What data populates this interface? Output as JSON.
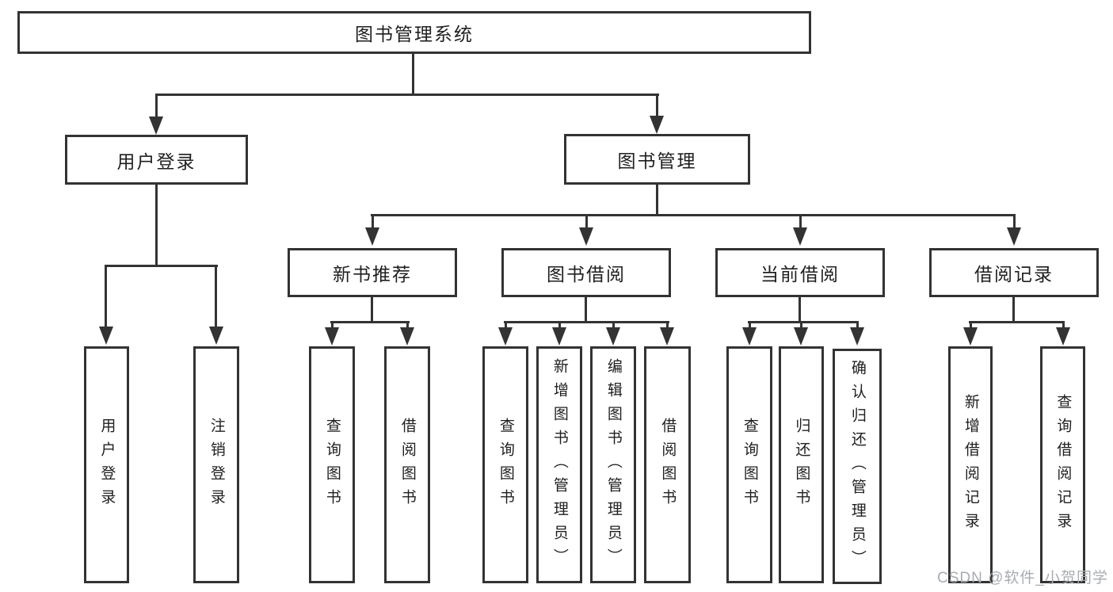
{
  "diagram": {
    "root": "图书管理系统",
    "level2": {
      "login": "用户登录",
      "manage": "图书管理"
    },
    "level3": {
      "recommend": "新书推荐",
      "borrow": "图书借阅",
      "current": "当前借阅",
      "records": "借阅记录"
    },
    "leaves": {
      "login": [
        "用户登录",
        "注销登录"
      ],
      "recommend": [
        "查询图书",
        "借阅图书"
      ],
      "borrow": [
        "查询图书",
        "新增图书（管理员）",
        "编辑图书（管理员）",
        "借阅图书"
      ],
      "current": [
        "查询图书",
        "归还图书",
        "确认归还（管理员）"
      ],
      "records": [
        "新增借阅记录",
        "查询借阅记录"
      ]
    }
  },
  "watermark": "CSDN @软件_小贺同学",
  "colors": {
    "line": "#333333",
    "text": "#1f1f1f",
    "watermark": "#a9acb1",
    "background": "#ffffff"
  }
}
